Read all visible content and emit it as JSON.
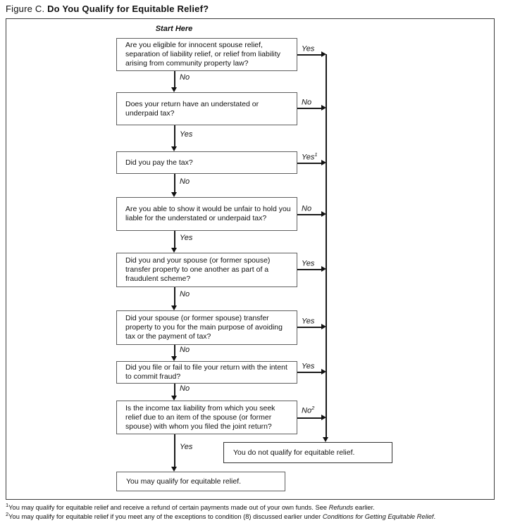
{
  "title": {
    "prefix": "Figure C. ",
    "main": "Do You Qualify for Equitable Relief?"
  },
  "flow": {
    "start_label": "Start Here",
    "nodes": [
      {
        "text": "Are you eligible for innocent spouse relief, separation of liability relief, or relief from liability arising from community property law?",
        "right_label": "Yes",
        "down_label": "No"
      },
      {
        "text": "Does your return have an understated or underpaid tax?",
        "right_label": "No",
        "down_label": "Yes"
      },
      {
        "text": "Did you pay the tax?",
        "right_label": "Yes",
        "right_sup": "1",
        "down_label": "No"
      },
      {
        "text": "Are you able to show it would be unfair to hold you liable for the understated or underpaid tax?",
        "right_label": "No",
        "down_label": "Yes"
      },
      {
        "text": "Did you and your spouse (or former spouse) transfer property to one another as part of a fraudulent scheme?",
        "right_label": "Yes",
        "down_label": "No"
      },
      {
        "text": "Did your spouse (or former spouse) transfer property to you for the main purpose of avoiding tax or the payment of tax?",
        "right_label": "Yes",
        "down_label": "No"
      },
      {
        "text": "Did you file or fail to file your return with the intent to commit fraud?",
        "right_label": "Yes",
        "down_label": "No"
      },
      {
        "text": "Is the income tax liability from which you seek relief due to an item of the spouse (or former spouse) with whom you filed the joint return?",
        "right_label": "No",
        "right_sup": "2",
        "down_label": "Yes"
      }
    ],
    "outcomes": {
      "negative": "You do not qualify for equitable relief.",
      "positive": "You may qualify for equitable relief."
    }
  },
  "footnotes": [
    {
      "sup": "1",
      "pre": "You may qualify for equitable relief and receive a refund of certain payments made out of your own funds. See ",
      "italic": "Refunds",
      "post": " earlier."
    },
    {
      "sup": "2",
      "pre": "You may qualify for equitable relief if you meet any of the exceptions to condition (8) discussed earlier under ",
      "italic": "Conditions for Getting Equitable Relief",
      "post": "."
    }
  ]
}
